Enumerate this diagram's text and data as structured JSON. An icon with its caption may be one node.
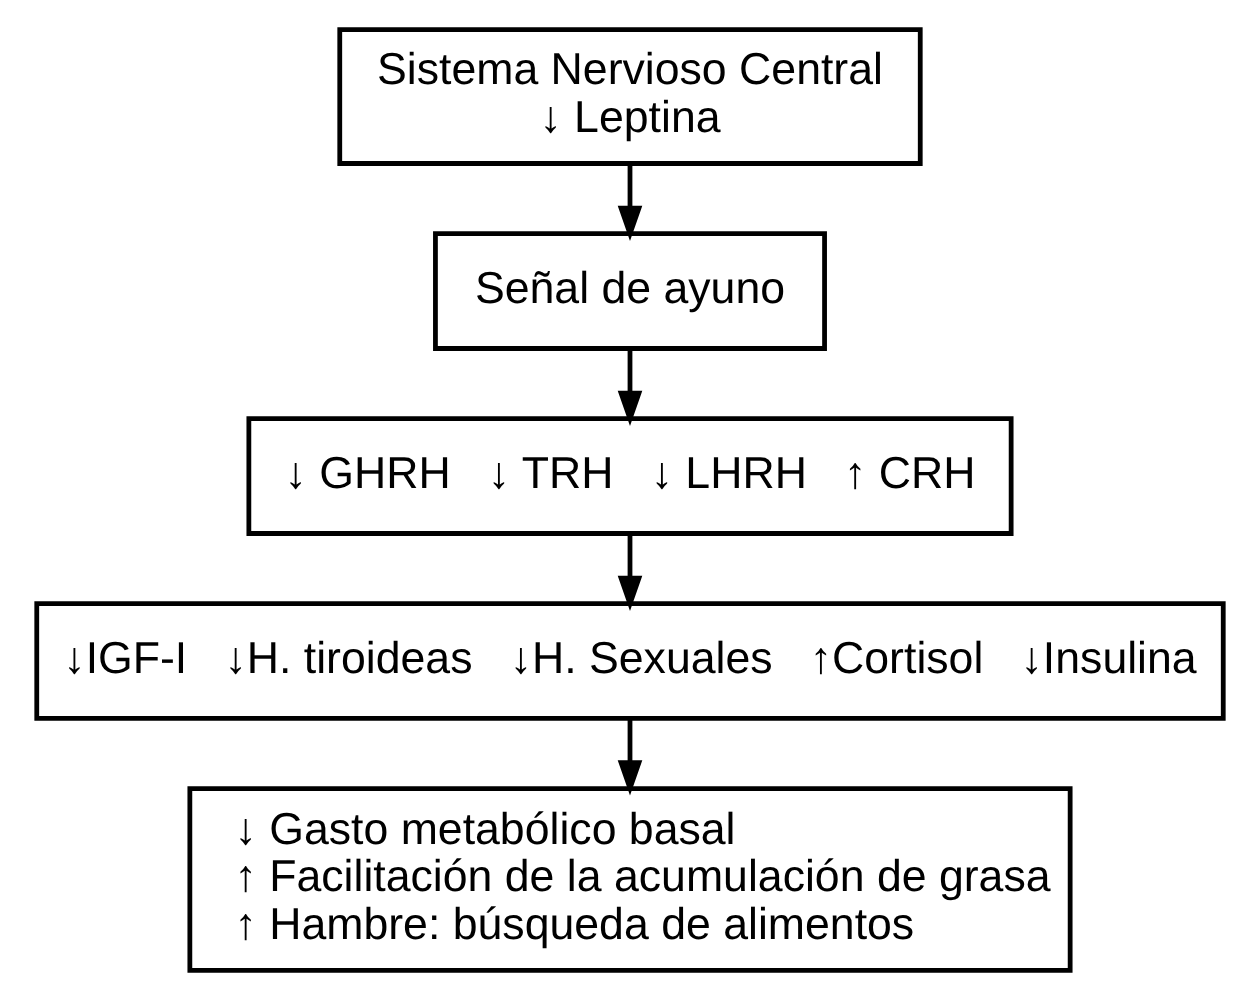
{
  "diagram": {
    "nodes": [
      {
        "text": [
          "Sistema Nervioso Central",
          "↓ Leptina"
        ]
      },
      {
        "text": [
          "Señal de ayuno"
        ]
      },
      {
        "text": [
          "↓ GHRH",
          "↓ TRH",
          "↓ LHRH",
          "↑ CRH"
        ]
      },
      {
        "text": [
          "↓IGF-I",
          "↓H. tiroideas",
          "↓H. Sexuales",
          "↑Cortisol",
          "↓Insulina"
        ]
      },
      {
        "text": [
          "↓ Gasto metabólico basal",
          "↑ Facilitación de la acumulación de grasa",
          "↑ Hambre: búsqueda de alimentos"
        ]
      }
    ],
    "edges": [
      {
        "from": 0,
        "to": 1,
        "arrow": "to"
      },
      {
        "from": 1,
        "to": 2,
        "arrow": "to"
      },
      {
        "from": 2,
        "to": 3,
        "arrow": "to"
      },
      {
        "from": 3,
        "to": 4,
        "arrow": "to"
      }
    ]
  }
}
